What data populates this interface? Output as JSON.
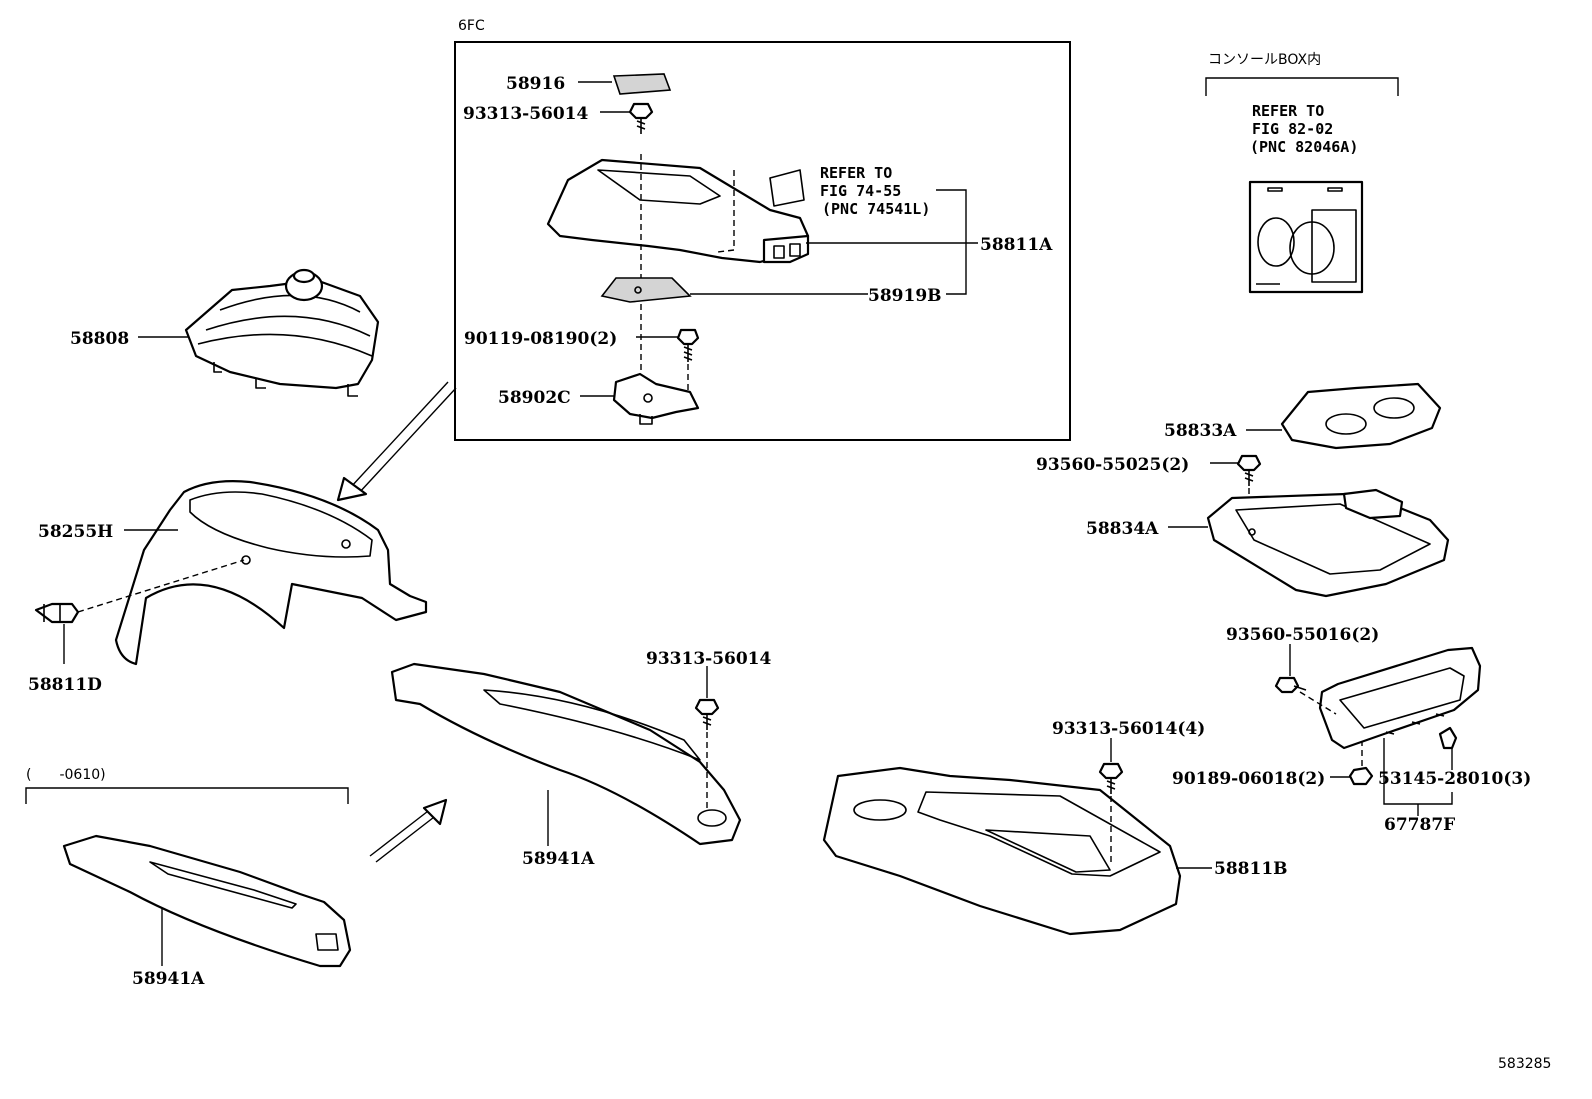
{
  "title_box_code": "6FC",
  "box_label_jp": "コンソールBOX内",
  "range_note": "(　　-0610)",
  "diagram_id": "583285",
  "labels": {
    "p58916": "58916",
    "p93313_top": "93313-56014",
    "p58811A": "58811A",
    "p58919B": "58919B",
    "p90119": "90119-08190(2)",
    "p58902C": "58902C",
    "p58808": "58808",
    "p58255H": "58255H",
    "p58811D": "58811D",
    "p93313_mid": "93313-56014",
    "p58941A_mid": "58941A",
    "p58941A_low": "58941A",
    "p93313_4": "93313-56014(4)",
    "p58811B": "58811B",
    "p58833A": "58833A",
    "p93560_25": "93560-55025(2)",
    "p58834A": "58834A",
    "p93560_16": "93560-55016(2)",
    "p90189": "90189-06018(2)",
    "p53145": "53145-28010(3)",
    "p67787F": "67787F"
  },
  "refer_74": {
    "line1": "REFER TO",
    "line2": "FIG 74-55",
    "line3": "(PNC 74541L)"
  },
  "refer_82": {
    "line1": "REFER TO",
    "line2": "FIG 82-02",
    "line3": "(PNC 82046A)"
  }
}
